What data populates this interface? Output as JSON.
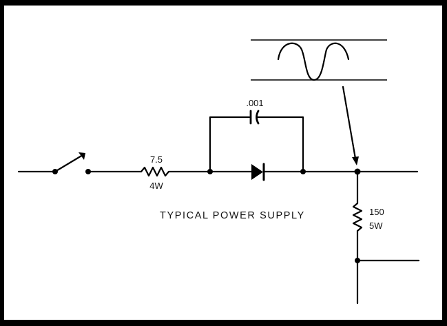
{
  "caption": "TYPICAL POWER SUPPLY",
  "components": {
    "capacitor": {
      "value": ".001"
    },
    "series_resistor": {
      "value": "7.5",
      "rating": "4W"
    },
    "load_resistor": {
      "value": "150",
      "rating": "5W"
    }
  }
}
